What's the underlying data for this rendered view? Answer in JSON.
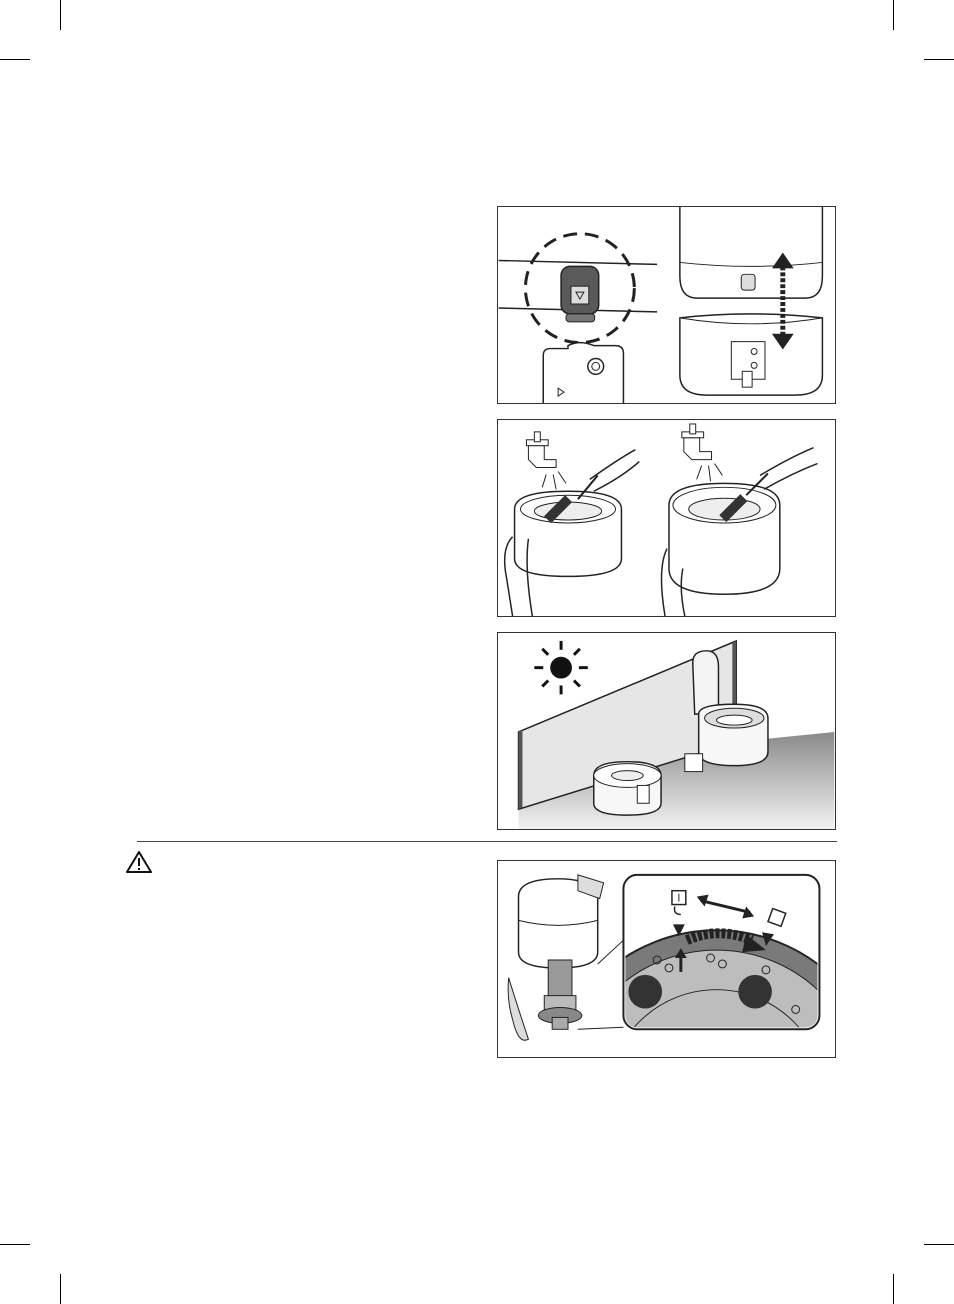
{
  "page": {
    "colors": {
      "line": "#222222",
      "panel_border": "#333333",
      "gray_fill": "#cfcfcf",
      "dark_fill": "#4a4a4a"
    }
  },
  "figures": [
    {
      "name": "remove-water-tank",
      "icons": [
        "release-button-icon",
        "lift-arrow-icon"
      ]
    },
    {
      "name": "clean-with-brush",
      "icons": [
        "faucet-icon",
        "brush-icon",
        "hand-icon"
      ]
    },
    {
      "name": "dry-in-shade",
      "icons": [
        "sun-icon",
        "wall-icon",
        "humidifier-icon"
      ]
    },
    {
      "name": "attach-filter",
      "icons": [
        "lock-icon",
        "unlock-icon",
        "rotate-arrow-icon"
      ]
    }
  ],
  "warning": {
    "icon": "warning-triangle-icon"
  }
}
